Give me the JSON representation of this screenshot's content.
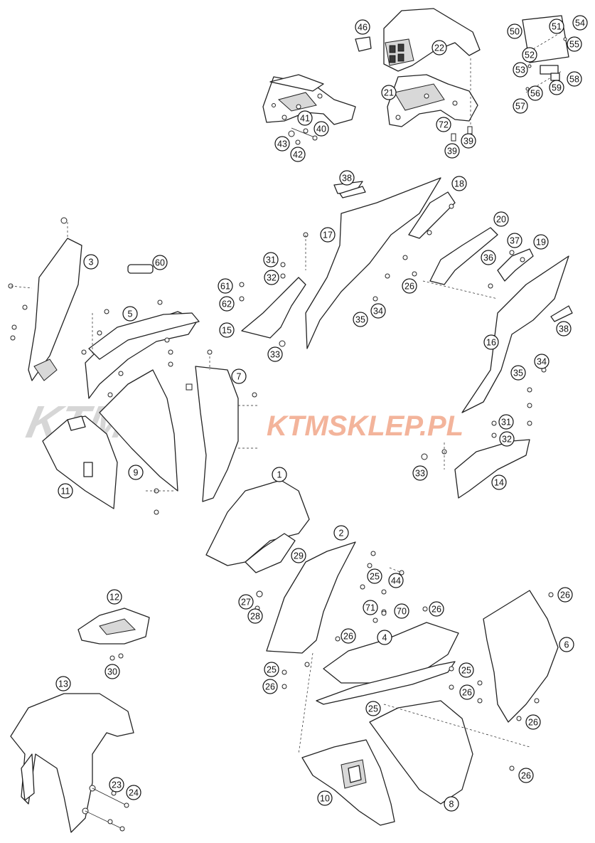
{
  "watermark": {
    "logo_text": "KTM",
    "shop_text": "KTMSKLEP.PL",
    "logo_color": "#c9c9c9",
    "shop_color": "#f2a78a"
  },
  "callouts": [
    {
      "id": "c1",
      "label": "1"
    },
    {
      "id": "c2",
      "label": "2"
    },
    {
      "id": "c3",
      "label": "3"
    },
    {
      "id": "c4",
      "label": "4"
    },
    {
      "id": "c5",
      "label": "5"
    },
    {
      "id": "c6",
      "label": "6"
    },
    {
      "id": "c7",
      "label": "7"
    },
    {
      "id": "c8",
      "label": "8"
    },
    {
      "id": "c9",
      "label": "9"
    },
    {
      "id": "c10",
      "label": "10"
    },
    {
      "id": "c11",
      "label": "11"
    },
    {
      "id": "c12",
      "label": "12"
    },
    {
      "id": "c13",
      "label": "13"
    },
    {
      "id": "c14",
      "label": "14"
    },
    {
      "id": "c15",
      "label": "15"
    },
    {
      "id": "c16",
      "label": "16"
    },
    {
      "id": "c17",
      "label": "17"
    },
    {
      "id": "c18",
      "label": "18"
    },
    {
      "id": "c19",
      "label": "19"
    },
    {
      "id": "c20",
      "label": "20"
    },
    {
      "id": "c21",
      "label": "21"
    },
    {
      "id": "c22",
      "label": "22"
    },
    {
      "id": "c23",
      "label": "23"
    },
    {
      "id": "c24",
      "label": "24"
    },
    {
      "id": "c25a",
      "label": "25"
    },
    {
      "id": "c25b",
      "label": "25"
    },
    {
      "id": "c25c",
      "label": "25"
    },
    {
      "id": "c25d",
      "label": "25"
    },
    {
      "id": "c26a",
      "label": "26"
    },
    {
      "id": "c26b",
      "label": "26"
    },
    {
      "id": "c26c",
      "label": "26"
    },
    {
      "id": "c26d",
      "label": "26"
    },
    {
      "id": "c26e",
      "label": "26"
    },
    {
      "id": "c26f",
      "label": "26"
    },
    {
      "id": "c26g",
      "label": "26"
    },
    {
      "id": "c26h",
      "label": "26"
    },
    {
      "id": "c27",
      "label": "27"
    },
    {
      "id": "c28",
      "label": "28"
    },
    {
      "id": "c29",
      "label": "29"
    },
    {
      "id": "c30",
      "label": "30"
    },
    {
      "id": "c31a",
      "label": "31"
    },
    {
      "id": "c31b",
      "label": "31"
    },
    {
      "id": "c32a",
      "label": "32"
    },
    {
      "id": "c32b",
      "label": "32"
    },
    {
      "id": "c33a",
      "label": "33"
    },
    {
      "id": "c33b",
      "label": "33"
    },
    {
      "id": "c34a",
      "label": "34"
    },
    {
      "id": "c34b",
      "label": "34"
    },
    {
      "id": "c35a",
      "label": "35"
    },
    {
      "id": "c35b",
      "label": "35"
    },
    {
      "id": "c36",
      "label": "36"
    },
    {
      "id": "c37",
      "label": "37"
    },
    {
      "id": "c38a",
      "label": "38"
    },
    {
      "id": "c38b",
      "label": "38"
    },
    {
      "id": "c39a",
      "label": "39"
    },
    {
      "id": "c39b",
      "label": "39"
    },
    {
      "id": "c40",
      "label": "40"
    },
    {
      "id": "c41",
      "label": "41"
    },
    {
      "id": "c42",
      "label": "42"
    },
    {
      "id": "c43",
      "label": "43"
    },
    {
      "id": "c44",
      "label": "44"
    },
    {
      "id": "c46",
      "label": "46"
    },
    {
      "id": "c50",
      "label": "50"
    },
    {
      "id": "c51",
      "label": "51"
    },
    {
      "id": "c52",
      "label": "52"
    },
    {
      "id": "c53",
      "label": "53"
    },
    {
      "id": "c54",
      "label": "54"
    },
    {
      "id": "c55",
      "label": "55"
    },
    {
      "id": "c56",
      "label": "56"
    },
    {
      "id": "c57",
      "label": "57"
    },
    {
      "id": "c58",
      "label": "58"
    },
    {
      "id": "c59",
      "label": "59"
    },
    {
      "id": "c60",
      "label": "60"
    },
    {
      "id": "c61",
      "label": "61"
    },
    {
      "id": "c62",
      "label": "62"
    },
    {
      "id": "c70",
      "label": "70"
    },
    {
      "id": "c71",
      "label": "71"
    },
    {
      "id": "c72",
      "label": "72"
    }
  ]
}
